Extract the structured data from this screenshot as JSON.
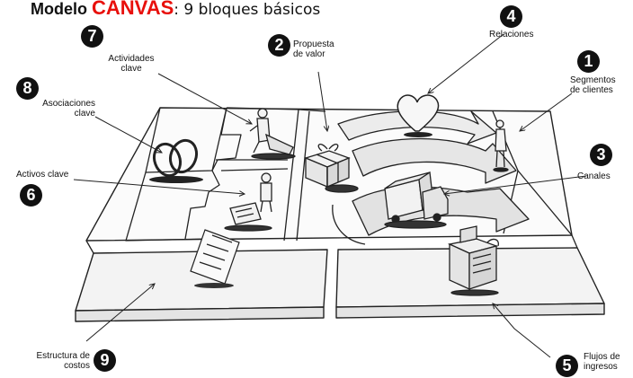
{
  "title": {
    "part1": "Modelo ",
    "brand": "CANVAS",
    "part2": ": 9 bloques básicos"
  },
  "colors": {
    "brand": "#e8100c",
    "ink": "#111111"
  },
  "blocks": [
    {
      "number": "1",
      "label_lines": [
        "Segmentos",
        "de clientes"
      ],
      "icon": "person-icon"
    },
    {
      "number": "2",
      "label_lines": [
        "Propuesta",
        "de valor"
      ],
      "icon": "gift-icon"
    },
    {
      "number": "3",
      "label_lines": [
        "Canales"
      ],
      "icon": "truck-icon"
    },
    {
      "number": "4",
      "label_lines": [
        "Relaciones"
      ],
      "icon": "heart-icon"
    },
    {
      "number": "5",
      "label_lines": [
        "Flujos de",
        "ingresos"
      ],
      "icon": "cash-register-icon"
    },
    {
      "number": "6",
      "label_lines": [
        "Activos clave"
      ],
      "icon": "worker-machine-icon"
    },
    {
      "number": "7",
      "label_lines": [
        "Actividades",
        "clave"
      ],
      "icon": "worker-icon"
    },
    {
      "number": "8",
      "label_lines": [
        "Asociaciones",
        "clave"
      ],
      "icon": "rings-icon"
    },
    {
      "number": "9",
      "label_lines": [
        "Estructura de",
        "costos"
      ],
      "icon": "invoice-icon"
    }
  ]
}
